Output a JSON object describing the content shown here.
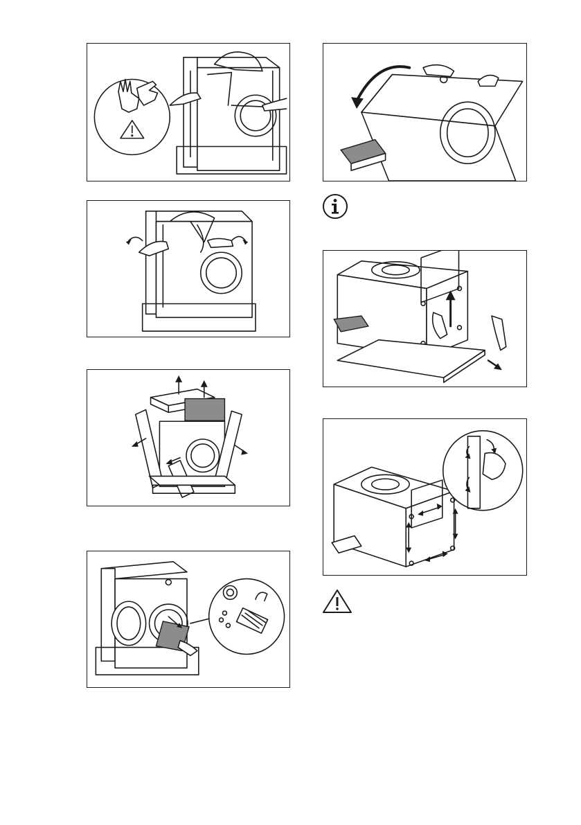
{
  "document": {
    "type": "installation instructions, illustrated steps",
    "page_text": []
  },
  "figures": [
    {
      "id": "unpack-cut-wrap",
      "icons": [
        "gloves-icon",
        "warning-triangle-icon"
      ]
    },
    {
      "id": "remove-wrap-top"
    },
    {
      "id": "remove-polystyrene-corners"
    },
    {
      "id": "remove-door-bag",
      "icons": [
        "hose-bracket-icon",
        "plugs-icon",
        "hook-icon",
        "caps-icon"
      ]
    },
    {
      "id": "tilt-machine-back"
    },
    {
      "id": "remove-base-tray"
    },
    {
      "id": "remove-transit-bolts-seals"
    }
  ],
  "notes": [
    {
      "id": "info-note",
      "icon": "info-circle-icon",
      "text": ""
    },
    {
      "id": "warning-note",
      "icon": "warning-triangle-icon",
      "text": ""
    }
  ],
  "colors": {
    "ink": "#1a1a1a",
    "grey_panel": "#8c8c8c",
    "background": "#ffffff"
  }
}
